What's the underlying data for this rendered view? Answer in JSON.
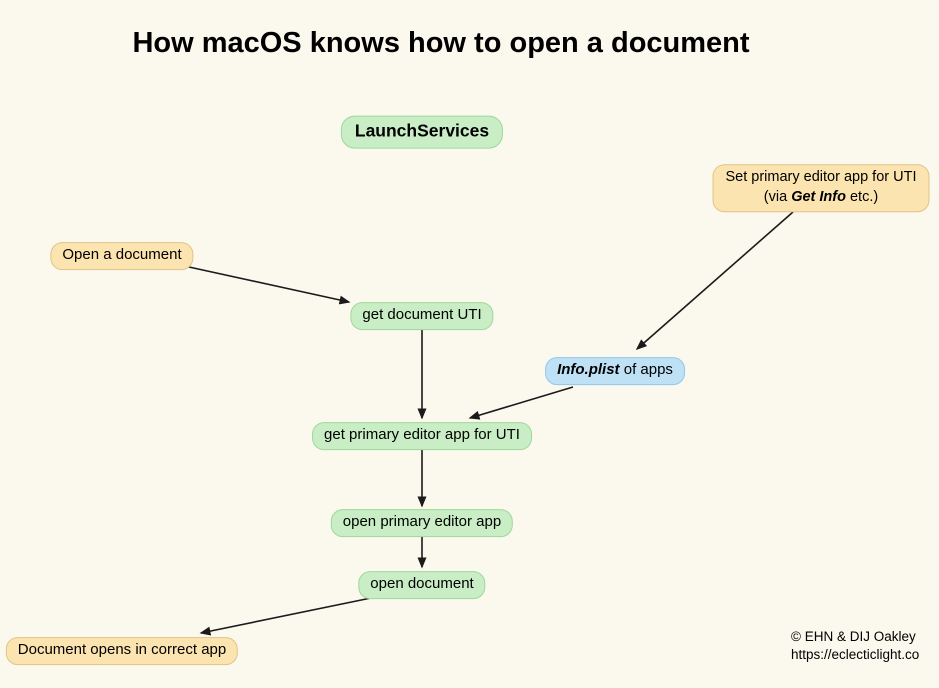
{
  "title": "How macOS knows how to open a document",
  "colors": {
    "background": "#FBF8ED",
    "text": "#000000",
    "arrow": "#1A1A1A",
    "green_fill": "#C9EEC5",
    "green_border": "#9FD79A",
    "tan_fill": "#FBE4B0",
    "tan_border": "#E0C487",
    "blue_fill": "#BEE1F6",
    "blue_border": "#91C7E9"
  },
  "nodes": {
    "launch_services": {
      "label": "LaunchServices"
    },
    "set_primary": {
      "line1": "Set primary editor app for UTI",
      "line2_prefix": "(via ",
      "line2_em": "Get Info",
      "line2_suffix": " etc.)"
    },
    "open_a_document": {
      "label": "Open a document"
    },
    "get_document_uti": {
      "label": "get document UTI"
    },
    "info_plist": {
      "em": "Info.plist",
      "suffix": " of apps"
    },
    "get_primary_editor": {
      "label": "get primary editor app for UTI"
    },
    "open_primary_editor": {
      "label": "open primary editor app"
    },
    "open_document": {
      "label": "open document"
    },
    "document_opens": {
      "label": "Document opens in correct app"
    }
  },
  "footer": {
    "line1": "© EHN & DIJ Oakley",
    "line2": "https://eclecticlight.co"
  }
}
